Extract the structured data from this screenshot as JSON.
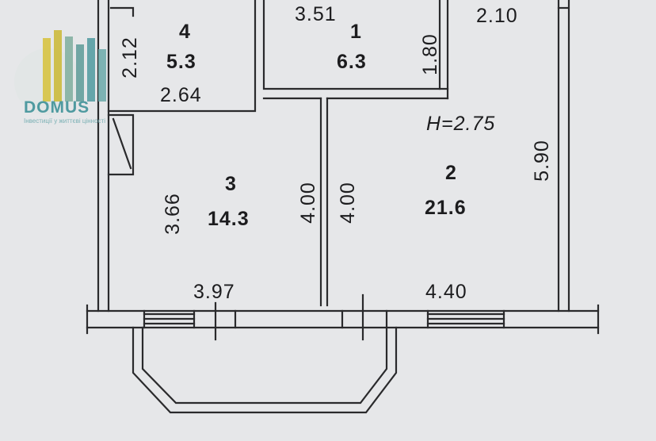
{
  "logo": {
    "name": "DOMUS",
    "tagline": "Інвестиції у життєві цінності"
  },
  "rooms": [
    {
      "id": "room-1",
      "number": "1",
      "area": "6.3"
    },
    {
      "id": "room-2",
      "number": "2",
      "area": "21.6"
    },
    {
      "id": "room-3",
      "number": "3",
      "area": "14.3"
    },
    {
      "id": "room-4",
      "number": "4",
      "area": "5.3"
    }
  ],
  "dimensions": {
    "room1_width": "3.51",
    "room1_depth": "1.80",
    "top_right": "2.10",
    "room4_height": "2.12",
    "room4_width": "2.64",
    "room3_height": "3.66",
    "room3_right": "4.00",
    "room2_left": "4.00",
    "room2_height": "5.90",
    "bottom_left": "3.97",
    "bottom_right": "4.40"
  },
  "ceiling_height": "H=2.75",
  "colors": {
    "paper": "#e6e7e9",
    "line": "#2a2a2c",
    "logo_teal": "#4f9aa0",
    "logo_yellow": "#d7c23a"
  }
}
